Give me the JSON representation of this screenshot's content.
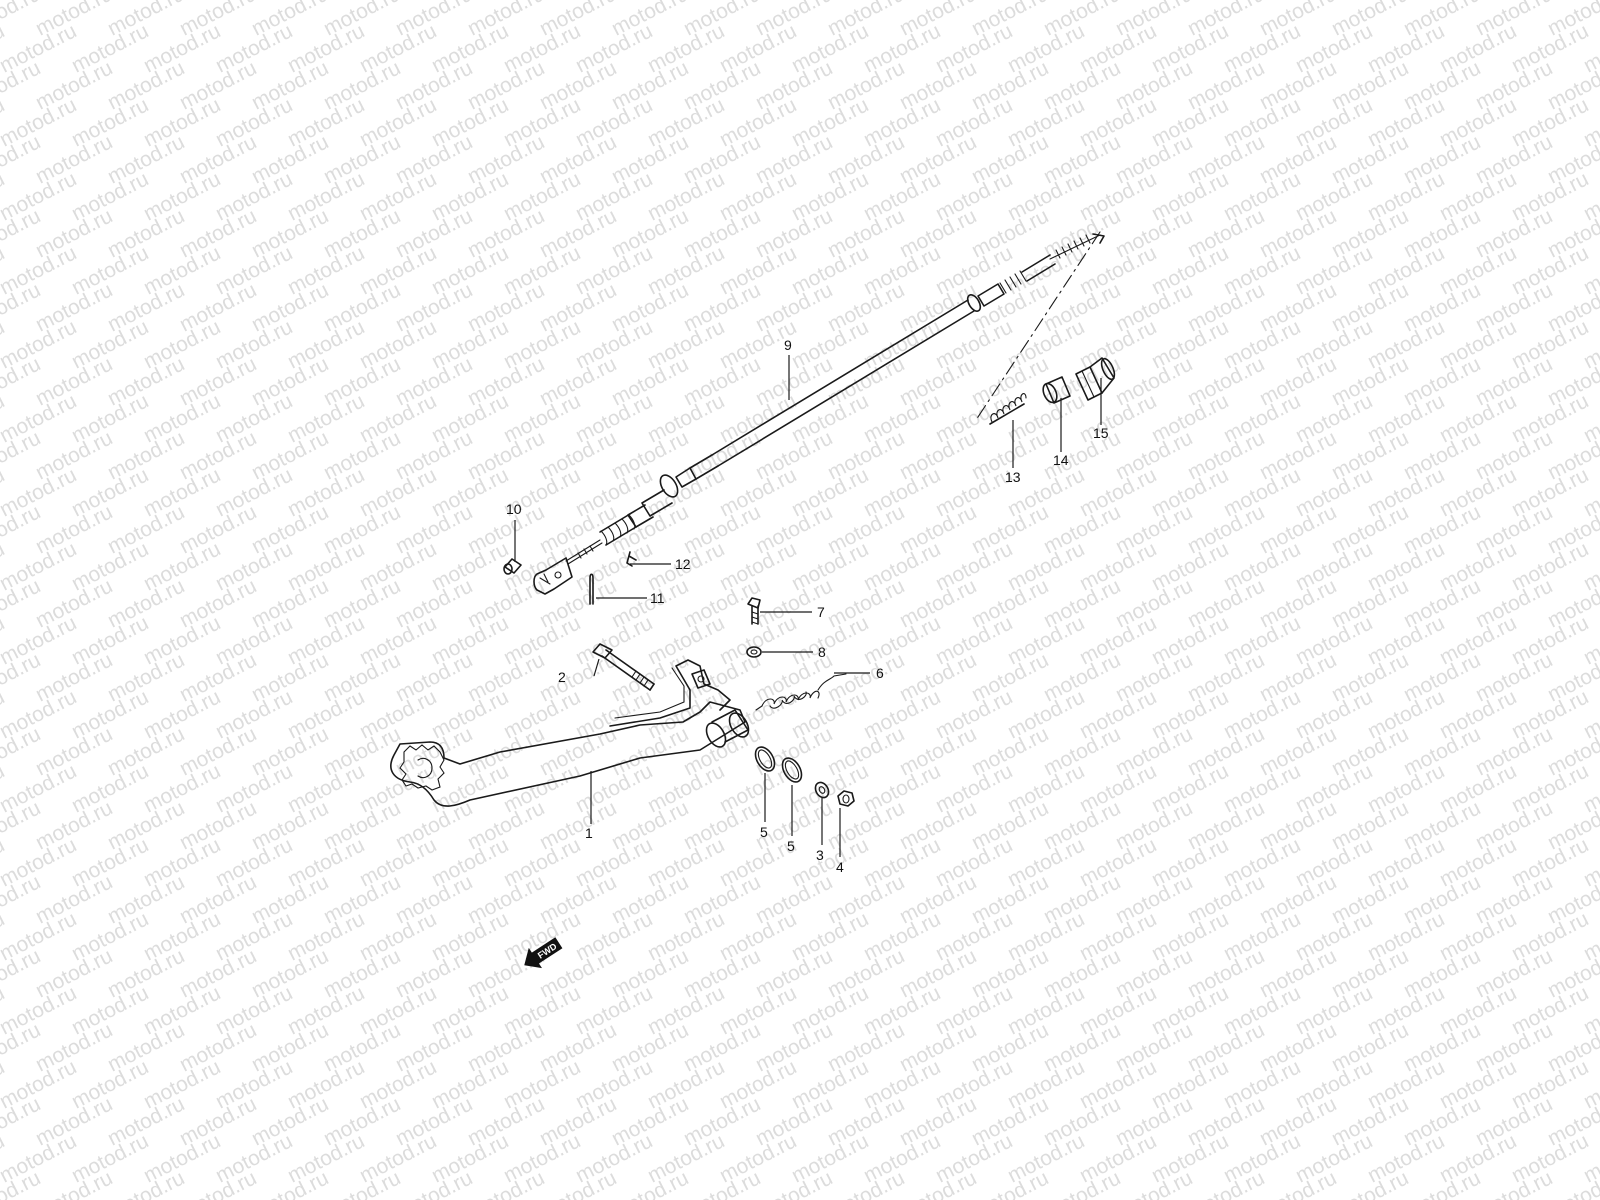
{
  "watermark": {
    "text": "motod.ru",
    "color": "#dcdcdc"
  },
  "callouts": [
    {
      "id": "1",
      "label": "1"
    },
    {
      "id": "2",
      "label": "2"
    },
    {
      "id": "3",
      "label": "3"
    },
    {
      "id": "4",
      "label": "4"
    },
    {
      "id": "5a",
      "label": "5"
    },
    {
      "id": "5b",
      "label": "5"
    },
    {
      "id": "6",
      "label": "6"
    },
    {
      "id": "7",
      "label": "7"
    },
    {
      "id": "8",
      "label": "8"
    },
    {
      "id": "9",
      "label": "9"
    },
    {
      "id": "10",
      "label": "10"
    },
    {
      "id": "11",
      "label": "11"
    },
    {
      "id": "12",
      "label": "12"
    },
    {
      "id": "13",
      "label": "13"
    },
    {
      "id": "14",
      "label": "14"
    },
    {
      "id": "15",
      "label": "15"
    }
  ],
  "direction_arrow": {
    "label": "FWD",
    "icon": "fwd-arrow-icon"
  }
}
